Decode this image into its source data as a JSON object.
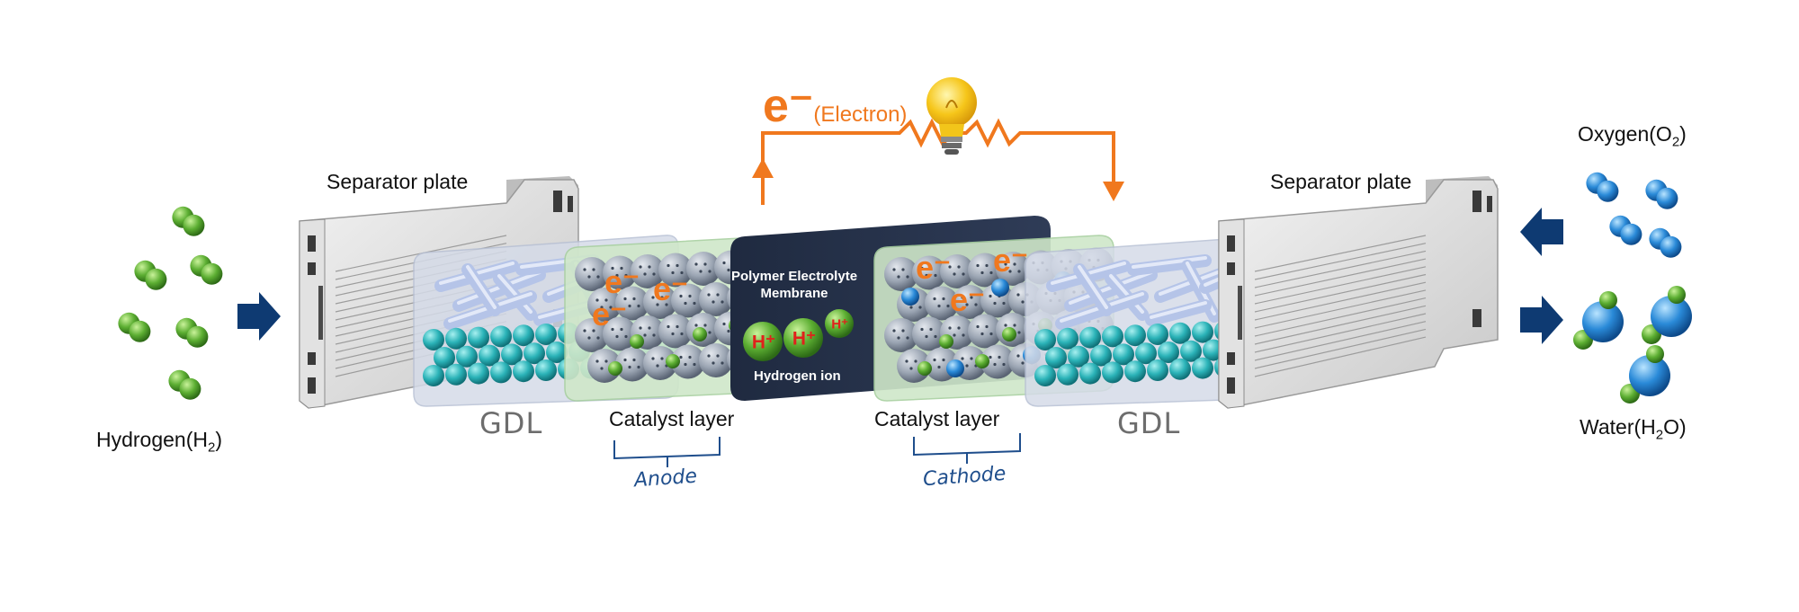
{
  "labels": {
    "hydrogen": "Hydrogen(H",
    "hydrogen_sub": "2",
    "hydrogen_close": ")",
    "oxygen": "Oxygen(O",
    "oxygen_sub": "2",
    "oxygen_close": ")",
    "water": "Water(H",
    "water_sub": "2",
    "water_close": "O)",
    "separator_left": "Separator plate",
    "separator_right": "Separator plate",
    "gdl_left": "GDL",
    "gdl_right": "GDL",
    "catalyst_left": "Catalyst layer",
    "catalyst_right": "Catalyst layer",
    "anode": "Anode",
    "cathode": "Cathode",
    "membrane_line1": "Polymer Electrolyte",
    "membrane_line2": "Membrane",
    "hydrogen_ion": "Hydrogen ion",
    "electron_symbol": "e⁻",
    "electron_word": "(Electron)",
    "ion_symbol": "H⁺",
    "electron_particle": "e⁻"
  },
  "colors": {
    "electron_orange": "#f0781e",
    "arrow_navy": "#0e3a72",
    "membrane_dark": "#26324a",
    "hydrogen_green": "#5cae32",
    "oxygen_blue": "#2a8ad8",
    "fiber_lavender": "#b5c4e8",
    "teal_sphere": "#2bb3b8",
    "gdl_panel": "#d5dbe8",
    "catalyst_panel": "#cfe7c9",
    "label_blue": "#1f4e8c"
  }
}
